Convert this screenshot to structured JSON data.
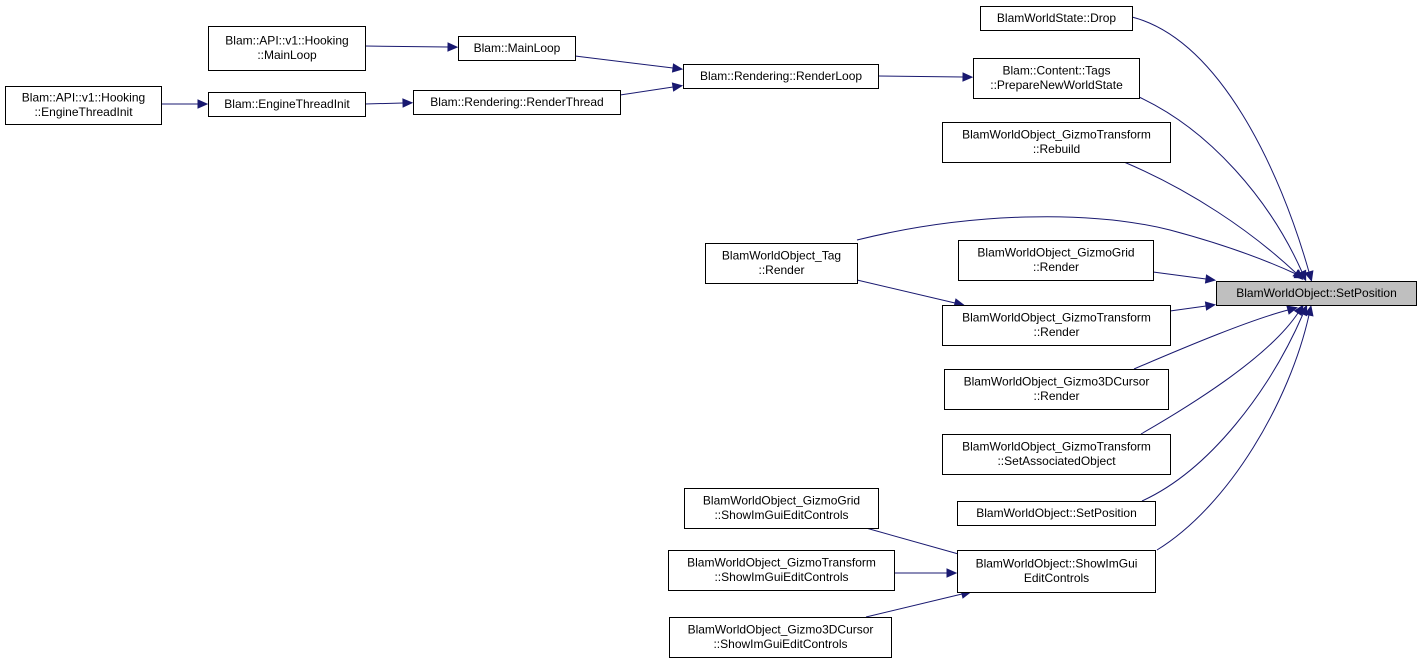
{
  "nodes": {
    "hooking_engineinit": [
      "Blam::API::v1::Hooking",
      "::EngineThreadInit"
    ],
    "engineinit": [
      "Blam::EngineThreadInit"
    ],
    "hooking_mainloop": [
      "Blam::API::v1::Hooking",
      "::MainLoop"
    ],
    "mainloop": [
      "Blam::MainLoop"
    ],
    "renderthread": [
      "Blam::Rendering::RenderThread"
    ],
    "renderloop": [
      "Blam::Rendering::RenderLoop"
    ],
    "state_drop": [
      "BlamWorldState::Drop"
    ],
    "prepare_state": [
      "Blam::Content::Tags",
      "::PrepareNewWorldState"
    ],
    "gt_rebuild": [
      "BlamWorldObject_GizmoTransform",
      "::Rebuild"
    ],
    "tag_render": [
      "BlamWorldObject_Tag",
      "::Render"
    ],
    "gg_render": [
      "BlamWorldObject_GizmoGrid",
      "::Render"
    ],
    "gt_render": [
      "BlamWorldObject_GizmoTransform",
      "::Render"
    ],
    "g3d_render": [
      "BlamWorldObject_Gizmo3DCursor",
      "::Render"
    ],
    "gt_setassoc": [
      "BlamWorldObject_GizmoTransform",
      "::SetAssociatedObject"
    ],
    "wo_setpos_caller": [
      "BlamWorldObject::SetPosition"
    ],
    "gg_showimgui": [
      "BlamWorldObject_GizmoGrid",
      "::ShowImGuiEditControls"
    ],
    "gt_showimgui": [
      "BlamWorldObject_GizmoTransform",
      "::ShowImGuiEditControls"
    ],
    "g3d_showimgui": [
      "BlamWorldObject_Gizmo3DCursor",
      "::ShowImGuiEditControls"
    ],
    "wo_showimgui": [
      "BlamWorldObject::ShowImGui",
      "EditControls"
    ],
    "target": [
      "BlamWorldObject::SetPosition"
    ]
  },
  "edges": [
    [
      "hooking_engineinit",
      "engineinit"
    ],
    [
      "engineinit",
      "renderthread"
    ],
    [
      "hooking_mainloop",
      "mainloop"
    ],
    [
      "mainloop",
      "renderloop"
    ],
    [
      "renderthread",
      "renderloop"
    ],
    [
      "renderloop",
      "prepare_state"
    ],
    [
      "state_drop",
      "target"
    ],
    [
      "prepare_state",
      "target"
    ],
    [
      "gt_rebuild",
      "target"
    ],
    [
      "tag_render",
      "target"
    ],
    [
      "tag_render",
      "gt_render"
    ],
    [
      "gg_render",
      "target"
    ],
    [
      "gt_render",
      "target"
    ],
    [
      "g3d_render",
      "target"
    ],
    [
      "gt_setassoc",
      "target"
    ],
    [
      "wo_setpos_caller",
      "target"
    ],
    [
      "wo_showimgui",
      "target"
    ],
    [
      "gg_showimgui",
      "wo_showimgui"
    ],
    [
      "gt_showimgui",
      "wo_showimgui"
    ],
    [
      "g3d_showimgui",
      "wo_showimgui"
    ]
  ],
  "colors": {
    "edge": "#191970",
    "node_fill": "#ffffff",
    "current_node_fill": "#bfbfbf",
    "node_border": "#000000"
  },
  "current_node": "target"
}
